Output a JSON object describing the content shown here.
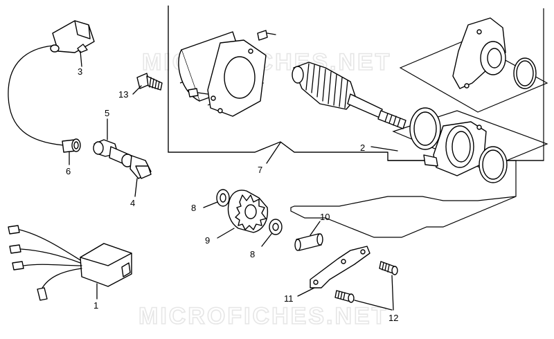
{
  "watermark": {
    "top": "MICROFICHES.NET",
    "bottom": "MICROFICHES.NET"
  },
  "callouts": {
    "c1": "1",
    "c2": "2",
    "c3": "3",
    "c4": "4",
    "c5": "5",
    "c6": "6",
    "c7": "7",
    "c8a": "8",
    "c8b": "8",
    "c9": "9",
    "c10": "10",
    "c11": "11",
    "c12": "12",
    "c13": "13"
  },
  "colors": {
    "ink": "#000000",
    "paper": "#ffffff",
    "watermark": "#e6e6e6"
  }
}
